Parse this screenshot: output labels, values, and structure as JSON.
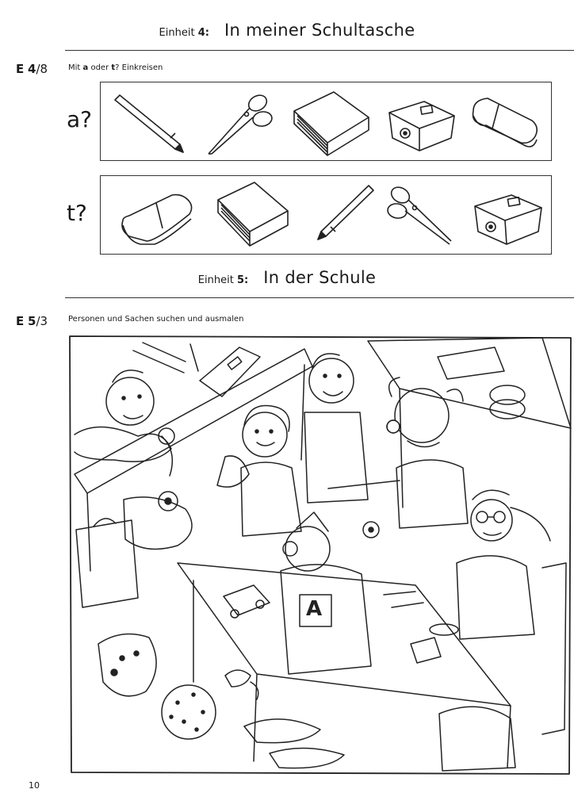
{
  "units": [
    {
      "prefix": "Einheit",
      "number": "4:",
      "title": "In meiner Schultasche"
    },
    {
      "prefix": "Einheit",
      "number": "5:",
      "title": "In der Schule"
    }
  ],
  "exercise_1": {
    "code_letter": "E",
    "code_unit": "4",
    "code_num": "/8",
    "instruction_pre": "Mit ",
    "instruction_a": "a",
    "instruction_mid": " oder ",
    "instruction_t": "t",
    "instruction_post": "? Einkreisen",
    "rows": [
      {
        "label": "a?",
        "items": [
          "pencil-icon",
          "scissors-icon",
          "book-icon",
          "sharpener-icon",
          "eraser-icon"
        ]
      },
      {
        "label": "t?",
        "items": [
          "eraser-icon",
          "book-icon",
          "pencil-icon",
          "scissors-icon",
          "sharpener-icon"
        ]
      }
    ]
  },
  "exercise_2": {
    "code_letter": "E",
    "code_unit": "5",
    "code_num": "/3",
    "instruction": "Personen und Sachen suchen und ausmalen",
    "scene_badge": "A"
  },
  "page_number": "10"
}
